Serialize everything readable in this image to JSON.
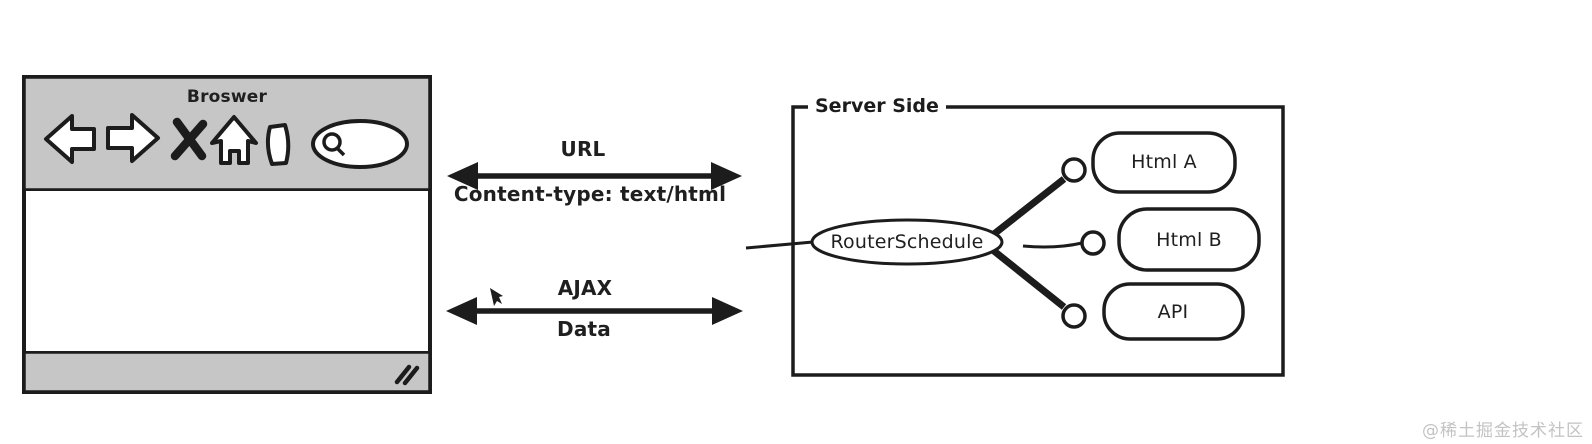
{
  "colors": {
    "ink": "#1c1c1c",
    "panel_gray": "#c6c6c6",
    "background": "#ffffff",
    "watermark_gray": "#c3c3c3"
  },
  "browser": {
    "title": "Broswer",
    "toolbar_icons": [
      "back-arrow",
      "forward-arrow",
      "stop-x",
      "home",
      "page",
      "search-field-with-magnifier"
    ],
    "statusbar_icon": "resize-handle"
  },
  "exchanges": [
    {
      "label_top": "URL",
      "label_bottom": "Content-type: text/html"
    },
    {
      "label_top": "AJAX",
      "label_bottom": "Data"
    }
  ],
  "server": {
    "title": "Server Side",
    "router_label": "RouterSchedule",
    "endpoints": [
      {
        "label": "Html A"
      },
      {
        "label": "Html B"
      },
      {
        "label": "API"
      }
    ]
  },
  "watermark": "@稀土掘金技术社区"
}
